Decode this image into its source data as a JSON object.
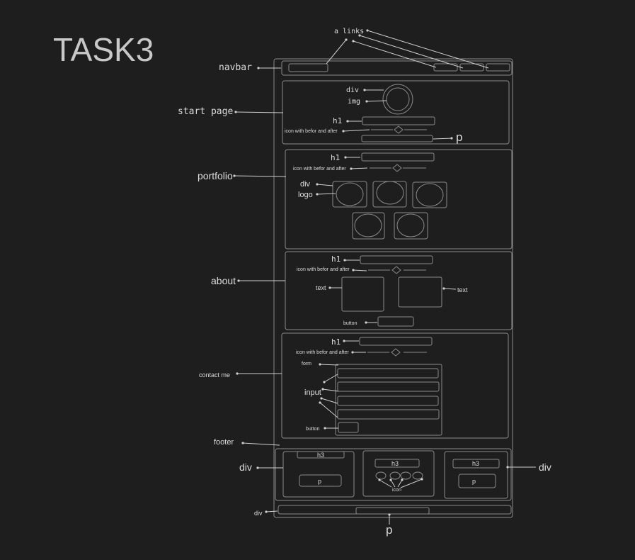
{
  "title": "TASK3",
  "labels": {
    "a_links": "a links",
    "navbar": "navbar",
    "start_page": "start page",
    "div": "div",
    "img": "img",
    "h1": "h1",
    "icon_with_before_after_start": "icon with befor and after",
    "p": "p",
    "portfolio": "portfolio",
    "icon_with_before_after": "icon with befor and after",
    "logo": "logo",
    "about": "about",
    "text": "text",
    "button": "button",
    "contact_me": "contact me",
    "form": "form",
    "input": "input",
    "footer": "footer",
    "h3": "h3",
    "icon": "icon"
  },
  "colors": {
    "background": "#1e1e1f",
    "stroke": "#8a8a8a",
    "text": "#dcdcdc"
  }
}
